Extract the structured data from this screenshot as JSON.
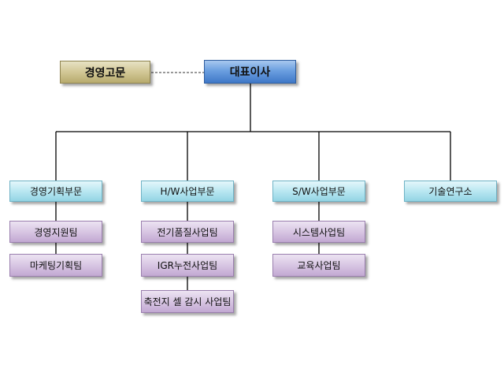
{
  "advisor": {
    "label": "경영고문"
  },
  "ceo": {
    "label": "대표이사"
  },
  "departments": [
    {
      "label": "경영기획부문",
      "teams": [
        "경영지원팀",
        "마케팅기획팀"
      ]
    },
    {
      "label": "H/W사업부문",
      "teams": [
        "전기품질사업팀",
        "IGR누전사업팀",
        "축전지 셀 감시 사업팀"
      ]
    },
    {
      "label": "S/W사업부문",
      "teams": [
        "시스템사업팀",
        "교육사업팀"
      ]
    },
    {
      "label": "기술연구소",
      "teams": []
    }
  ]
}
